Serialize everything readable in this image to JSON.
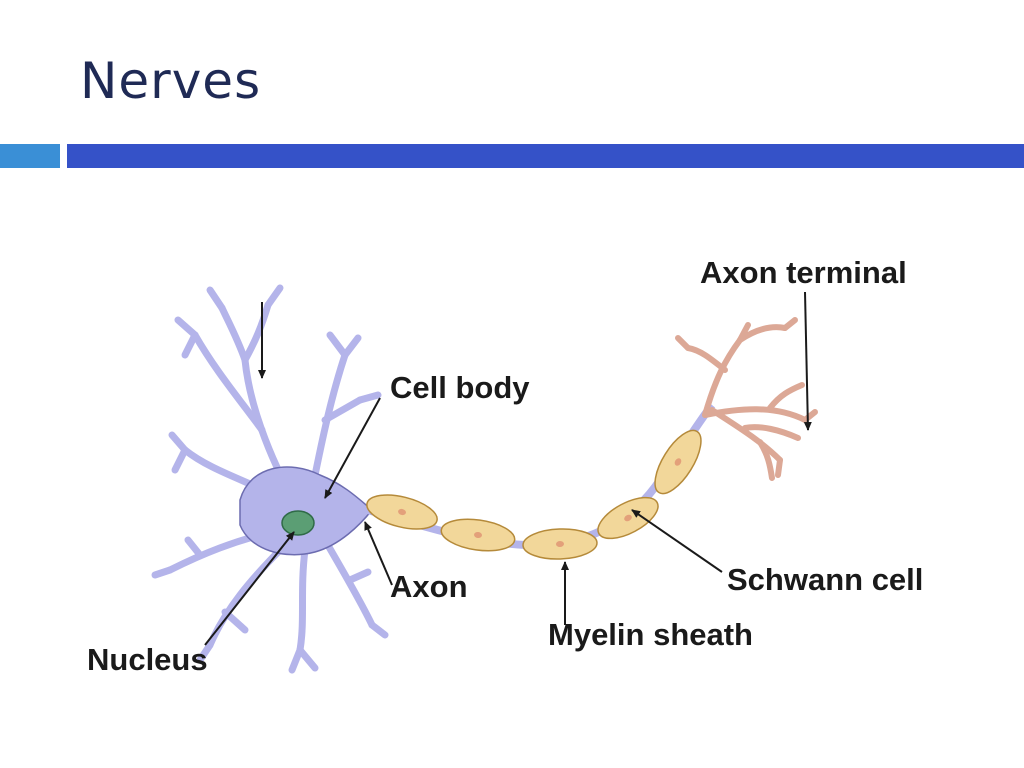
{
  "slide": {
    "title": "Nerves"
  },
  "diagram": {
    "labels": {
      "axon_terminal": "Axon terminal",
      "cell_body": "Cell body",
      "axon": "Axon",
      "schwann_cell": "Schwann cell",
      "myelin_sheath": "Myelin sheath",
      "nucleus": "Nucleus"
    }
  },
  "colors": {
    "title_text": "#1f2a55",
    "accent_bar_small": "#3a8fd6",
    "accent_bar_wide": "#3552c8",
    "neuron_body": "#b4b4ea",
    "neuron_outline": "#6c6cb0",
    "nucleus": "#5b9e74",
    "myelin": "#f2d79a",
    "myelin_outline": "#b58a3a",
    "terminal": "#dca896"
  }
}
